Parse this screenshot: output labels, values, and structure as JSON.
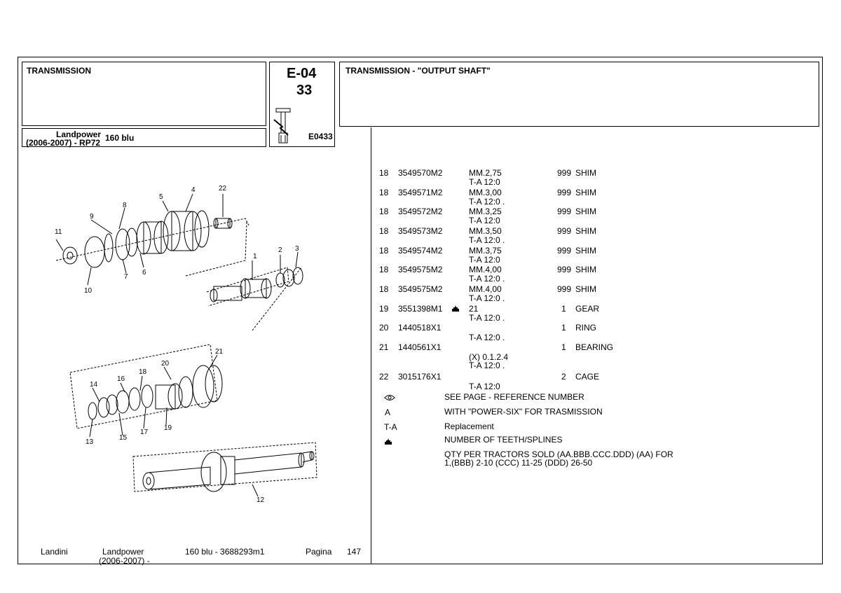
{
  "header": {
    "section_title": "TRANSMISSION",
    "code_line1": "E-04",
    "code_line2": "33",
    "image_code": "E0433",
    "model_line1": "Landpower",
    "model_line2": "(2006-2007) - RP72",
    "model_suffix": "160 blu",
    "page_title": "TRANSMISSION - \"OUTPUT SHAFT\""
  },
  "parts": [
    {
      "ref": "18",
      "code": "3549570M2",
      "desc": "MM.2,75",
      "qty": "999",
      "name": "SHIM",
      "note": "T-A 12:0",
      "teeth": false
    },
    {
      "ref": "18",
      "code": "3549571M2",
      "desc": "MM.3,00",
      "qty": "999",
      "name": "SHIM",
      "note": "T-A 12:0 .",
      "teeth": false
    },
    {
      "ref": "18",
      "code": "3549572M2",
      "desc": "MM.3,25",
      "qty": "999",
      "name": "SHIM",
      "note": "T-A 12:0",
      "teeth": false
    },
    {
      "ref": "18",
      "code": "3549573M2",
      "desc": "MM.3,50",
      "qty": "999",
      "name": "SHIM",
      "note": "T-A 12:0 .",
      "teeth": false
    },
    {
      "ref": "18",
      "code": "3549574M2",
      "desc": "MM.3,75",
      "qty": "999",
      "name": "SHIM",
      "note": "T-A 12:0",
      "teeth": false
    },
    {
      "ref": "18",
      "code": "3549575M2",
      "desc": "MM.4,00",
      "qty": "999",
      "name": "SHIM",
      "note": "T-A 12:0 .",
      "teeth": false
    },
    {
      "ref": "18",
      "code": "3549575M2",
      "desc": "MM.4,00",
      "qty": "999",
      "name": "SHIM",
      "note": "T-A 12:0 .",
      "teeth": false
    },
    {
      "ref": "19",
      "code": "3551398M1",
      "desc": "21",
      "qty": "1",
      "name": "GEAR",
      "note": "T-A 12:0 .",
      "teeth": true
    },
    {
      "ref": "20",
      "code": "1440518X1",
      "desc": "",
      "qty": "1",
      "name": "RING",
      "note": "T-A 12:0 .",
      "teeth": false
    },
    {
      "ref": "21",
      "code": "1440561X1",
      "desc": "",
      "qty": "1",
      "name": "BEARING",
      "note": "(X) 0.1.2.4",
      "note2": "T-A 12:0 .",
      "teeth": false
    },
    {
      "ref": "22",
      "code": "3015176X1",
      "desc": "",
      "qty": "2",
      "name": "CAGE",
      "note": "T-A 12:0",
      "teeth": false
    }
  ],
  "legend": [
    {
      "symbol": "eye-icon",
      "symbol_text": "",
      "text": "SEE PAGE - REFERENCE NUMBER"
    },
    {
      "symbol": "",
      "symbol_text": "A",
      "text": "WITH \"POWER-SIX\" FOR TRASMISSION"
    },
    {
      "symbol": "",
      "symbol_text": "T-A",
      "text": "Replacement"
    },
    {
      "symbol": "teeth-icon",
      "symbol_text": "",
      "text": "NUMBER OF TEETH/SPLINES"
    },
    {
      "symbol": "",
      "symbol_text": "",
      "text": "QTY PER TRACTORS SOLD  (AA.BBB.CCC.DDD) (AA) FOR",
      "text2": "1,(BBB) 2-10 (CCC) 11-25 (DDD) 26-50"
    }
  ],
  "footer": {
    "brand": "Landini",
    "model_line1": "Landpower",
    "model_line2": "(2006-2007) -",
    "model_code": "160 blu - 3688293m1",
    "page_label": "Pagina",
    "page_number": "147"
  },
  "diagram": {
    "labels": [
      "1",
      "2",
      "3",
      "4",
      "5",
      "6",
      "7",
      "8",
      "9",
      "10",
      "11",
      "12",
      "13",
      "14",
      "15",
      "16",
      "17",
      "18",
      "19",
      "20",
      "21",
      "22"
    ]
  }
}
